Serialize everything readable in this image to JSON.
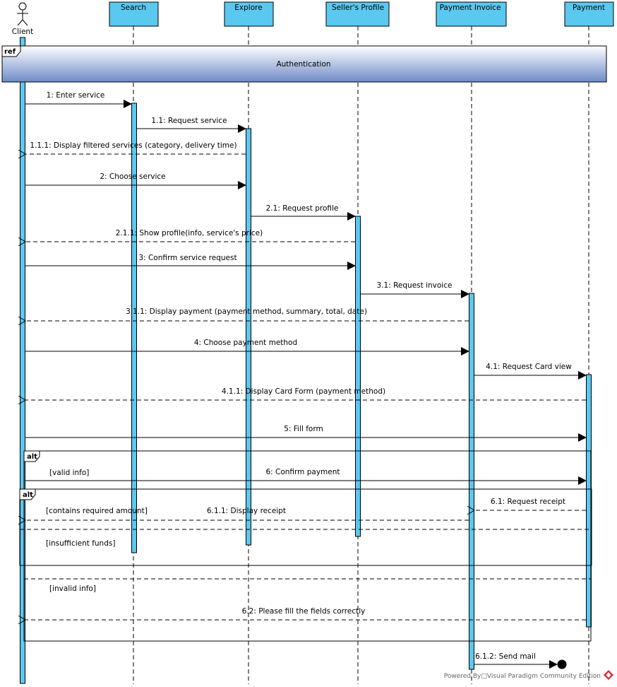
{
  "diagram": {
    "actor": {
      "label": "Client"
    },
    "lifelines": [
      {
        "id": "search",
        "label": "Search"
      },
      {
        "id": "explore",
        "label": "Explore"
      },
      {
        "id": "seller",
        "label": "Seller's Profile"
      },
      {
        "id": "invoice",
        "label": "Payment Invoice"
      },
      {
        "id": "payment",
        "label": "Payment"
      }
    ],
    "ref": {
      "tag": "ref",
      "label": "Authentication"
    },
    "messages": [
      {
        "id": "m1",
        "label": "1: Enter service",
        "from": "client",
        "to": "search",
        "kind": "sync"
      },
      {
        "id": "m1_1",
        "label": "1.1: Request service",
        "from": "search",
        "to": "explore",
        "kind": "sync"
      },
      {
        "id": "m1_1_1",
        "label": "1.1.1: Display filtered services (category, delivery time)",
        "from": "explore",
        "to": "client",
        "kind": "reply"
      },
      {
        "id": "m2",
        "label": "2: Choose service",
        "from": "client",
        "to": "explore",
        "kind": "sync"
      },
      {
        "id": "m2_1",
        "label": "2.1: Request profile",
        "from": "explore",
        "to": "seller",
        "kind": "sync"
      },
      {
        "id": "m2_1_1",
        "label": "2.1.1: Show profile(info, service's price)",
        "from": "seller",
        "to": "client",
        "kind": "reply"
      },
      {
        "id": "m3",
        "label": "3: Confirm service request",
        "from": "client",
        "to": "seller",
        "kind": "sync"
      },
      {
        "id": "m3_1",
        "label": "3.1: Request invoice",
        "from": "seller",
        "to": "invoice",
        "kind": "sync"
      },
      {
        "id": "m3_1_1",
        "label": "3.1.1: Display payment (payment method, summary, total, date)",
        "from": "invoice",
        "to": "client",
        "kind": "reply"
      },
      {
        "id": "m4",
        "label": "4: Choose payment method",
        "from": "client",
        "to": "invoice",
        "kind": "sync"
      },
      {
        "id": "m4_1",
        "label": "4.1: Request Card view",
        "from": "invoice",
        "to": "payment",
        "kind": "sync"
      },
      {
        "id": "m4_1_1",
        "label": "4.1.1: Display Card Form (payment method)",
        "from": "payment",
        "to": "client",
        "kind": "reply"
      },
      {
        "id": "m5",
        "label": "5: Fill form",
        "from": "client",
        "to": "payment",
        "kind": "sync"
      },
      {
        "id": "m6",
        "label": "6: Confirm payment",
        "from": "client",
        "to": "payment",
        "kind": "sync"
      },
      {
        "id": "m6_1",
        "label": "6.1: Request receipt",
        "from": "payment",
        "to": "invoice",
        "kind": "reply"
      },
      {
        "id": "m6_1_1",
        "label": "6.1.1: Display receipt",
        "from": "invoice",
        "to": "client",
        "kind": "reply"
      },
      {
        "id": "m6_2",
        "label": "6.2: Please fill the fields correctly",
        "from": "payment",
        "to": "client",
        "kind": "reply"
      },
      {
        "id": "m6_1_2",
        "label": "6.1.2: Send mail",
        "from": "invoice",
        "to": "lost",
        "kind": "lost"
      }
    ],
    "fragments": {
      "outer": {
        "tag": "alt",
        "guards": [
          "[valid info]",
          "[invalid info]"
        ]
      },
      "inner": {
        "tag": "alt",
        "guards": [
          "[contains required amount]",
          "[insufficient funds]"
        ]
      }
    },
    "footer": "Powered By□Visual Paradigm Community Edition",
    "colors": {
      "lifeline_fill": "#5bc8f0",
      "activation_fill": "#5bc8f0",
      "ref_gradient_top": "#ffffff",
      "ref_gradient_bottom": "#6e8bc7",
      "stroke": "#000000",
      "logo_red": "#d9262e"
    }
  }
}
